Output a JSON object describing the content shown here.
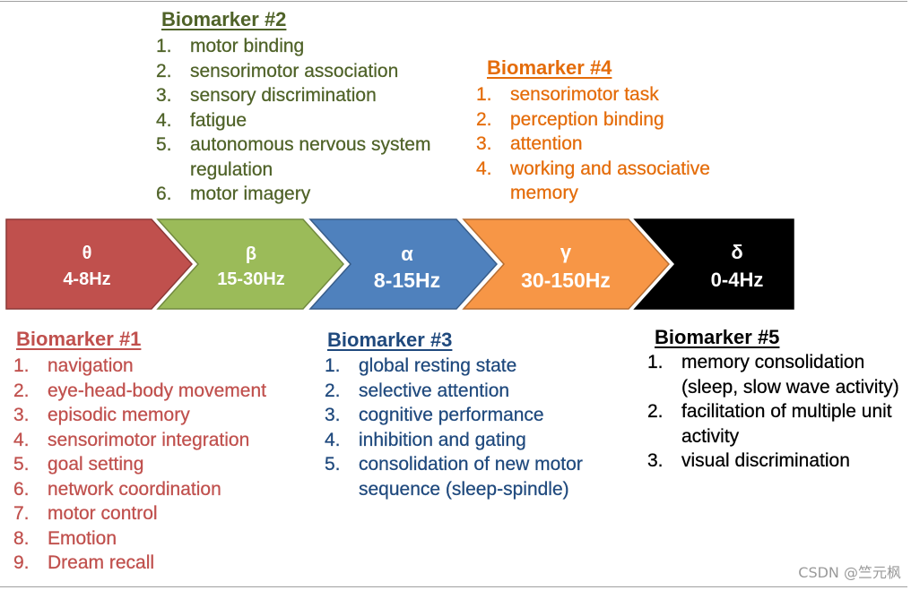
{
  "bands": [
    {
      "symbol": "θ",
      "range": "4-8Hz",
      "fill": "#C0504D",
      "stroke": "#8C3836"
    },
    {
      "symbol": "β",
      "range": "15-30Hz",
      "fill": "#9BBB59",
      "stroke": "#71893F"
    },
    {
      "symbol": "α",
      "range": "8-15Hz",
      "fill": "#4F81BD",
      "stroke": "#385D8A"
    },
    {
      "symbol": "γ",
      "range": "30-150Hz",
      "fill": "#F79646",
      "stroke": "#B66D31"
    },
    {
      "symbol": "δ",
      "range": "0-4Hz",
      "fill": "#000000",
      "stroke": "#000000"
    }
  ],
  "label_color": "#FFFFFF",
  "biomarkers": [
    {
      "title": "Biomarker #1",
      "color": "#C0504D",
      "items": [
        {
          "num": "1.",
          "lines": [
            "navigation"
          ]
        },
        {
          "num": "2.",
          "lines": [
            "eye-head-body movement"
          ]
        },
        {
          "num": "3.",
          "lines": [
            "episodic memory"
          ]
        },
        {
          "num": "4.",
          "lines": [
            "sensorimotor integration"
          ]
        },
        {
          "num": "5.",
          "lines": [
            "goal setting"
          ]
        },
        {
          "num": "6.",
          "lines": [
            "network coordination"
          ]
        },
        {
          "num": "7.",
          "lines": [
            "motor control"
          ]
        },
        {
          "num": "8.",
          "lines": [
            "Emotion"
          ]
        },
        {
          "num": "9.",
          "lines": [
            "Dream recall"
          ]
        }
      ]
    },
    {
      "title": "Biomarker #2",
      "color": "#4F6228",
      "items": [
        {
          "num": "1.",
          "lines": [
            "motor binding"
          ]
        },
        {
          "num": "2.",
          "lines": [
            "sensorimotor association"
          ]
        },
        {
          "num": "3.",
          "lines": [
            "sensory discrimination"
          ]
        },
        {
          "num": "4.",
          "lines": [
            "fatigue"
          ]
        },
        {
          "num": "5.",
          "lines": [
            "autonomous nervous system",
            "regulation"
          ]
        },
        {
          "num": "6.",
          "lines": [
            "motor imagery"
          ]
        }
      ]
    },
    {
      "title": "Biomarker #3",
      "color": "#1F497D",
      "items": [
        {
          "num": "1.",
          "lines": [
            "global resting state"
          ]
        },
        {
          "num": "2.",
          "lines": [
            "selective attention"
          ]
        },
        {
          "num": "3.",
          "lines": [
            "cognitive performance"
          ]
        },
        {
          "num": "4.",
          "lines": [
            "inhibition and gating"
          ]
        },
        {
          "num": "5.",
          "lines": [
            "consolidation of new motor",
            "sequence (sleep-spindle)"
          ]
        }
      ]
    },
    {
      "title": "Biomarker #4",
      "color": "#E46C0A",
      "items": [
        {
          "num": "1.",
          "lines": [
            "sensorimotor task"
          ]
        },
        {
          "num": "2.",
          "lines": [
            "perception binding"
          ]
        },
        {
          "num": "3.",
          "lines": [
            "attention"
          ]
        },
        {
          "num": "4.",
          "lines": [
            "working and associative",
            "memory"
          ]
        }
      ]
    },
    {
      "title": "Biomarker #5",
      "color": "#000000",
      "items": [
        {
          "num": "1.",
          "lines": [
            "memory consolidation",
            "(sleep, slow wave activity)"
          ]
        },
        {
          "num": "2.",
          "lines": [
            "facilitation of multiple unit",
            "activity"
          ]
        },
        {
          "num": "3.",
          "lines": [
            "visual discrimination"
          ]
        }
      ]
    }
  ],
  "watermark": "CSDN @竺元枫"
}
